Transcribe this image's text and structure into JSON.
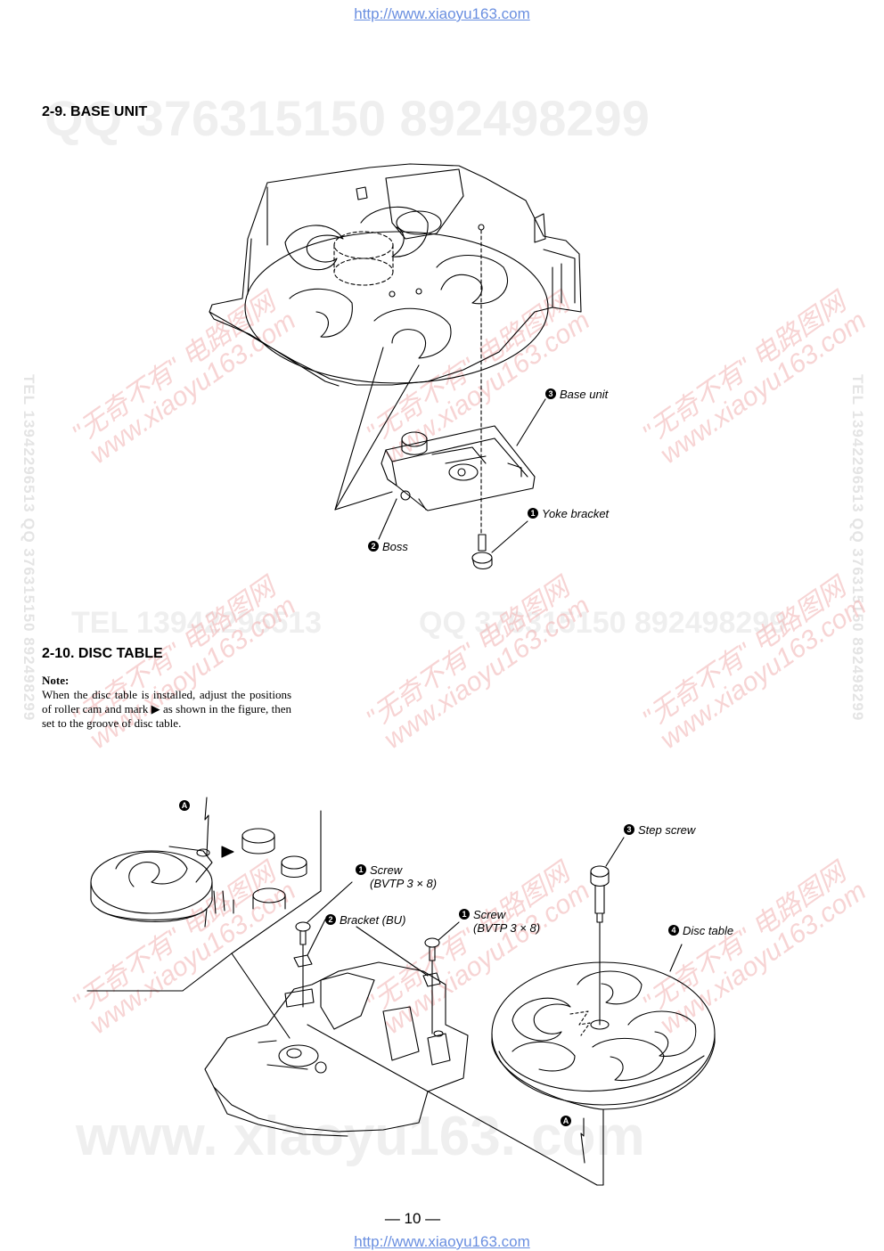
{
  "header_url": "http://www.xiaoyu163.com",
  "footer_url": "http://www.xiaoyu163.com",
  "watermarks": {
    "top_line": "QQ 376315150   892498299",
    "mid_line_left": "TEL 13942296513",
    "mid_line_right": "QQ 376315150   892498299",
    "bottom_line": "www. xiaoyu163. com",
    "diag_1": "\"无奇不有\" 电路图网",
    "diag_2": "www.xiaoyu163.com",
    "side_left": "TEL 13942296513   QQ 376315150   892498299",
    "side_right": "TEL 13942296513   QQ 376315150   892498299"
  },
  "section1": {
    "title": "2-9. BASE UNIT",
    "labels": {
      "base_unit": {
        "num": "3",
        "text": "Base unit"
      },
      "yoke_bracket": {
        "num": "1",
        "text": "Yoke bracket"
      },
      "boss": {
        "num": "2",
        "text": "Boss"
      }
    }
  },
  "section2": {
    "title": "2-10. DISC TABLE",
    "note_title": "Note:",
    "note_body": "When the disc table is installed, adjust the positions of roller cam and mark ▶ as shown in the figure, then set to the groove of disc table.",
    "labels": {
      "screw1": {
        "num": "1",
        "text": "Screw",
        "sub": "(BVTP 3 × 8)"
      },
      "screw2": {
        "num": "1",
        "text": "Screw",
        "sub": "(BVTP 3 × 8)"
      },
      "bracket": {
        "num": "2",
        "text": "Bracket (BU)"
      },
      "step_screw": {
        "num": "3",
        "text": "Step screw"
      },
      "disc_table": {
        "num": "4",
        "text": "Disc table"
      },
      "marker_a_top": "A",
      "marker_a_bottom": "A"
    }
  },
  "page_number": "— 10 —"
}
